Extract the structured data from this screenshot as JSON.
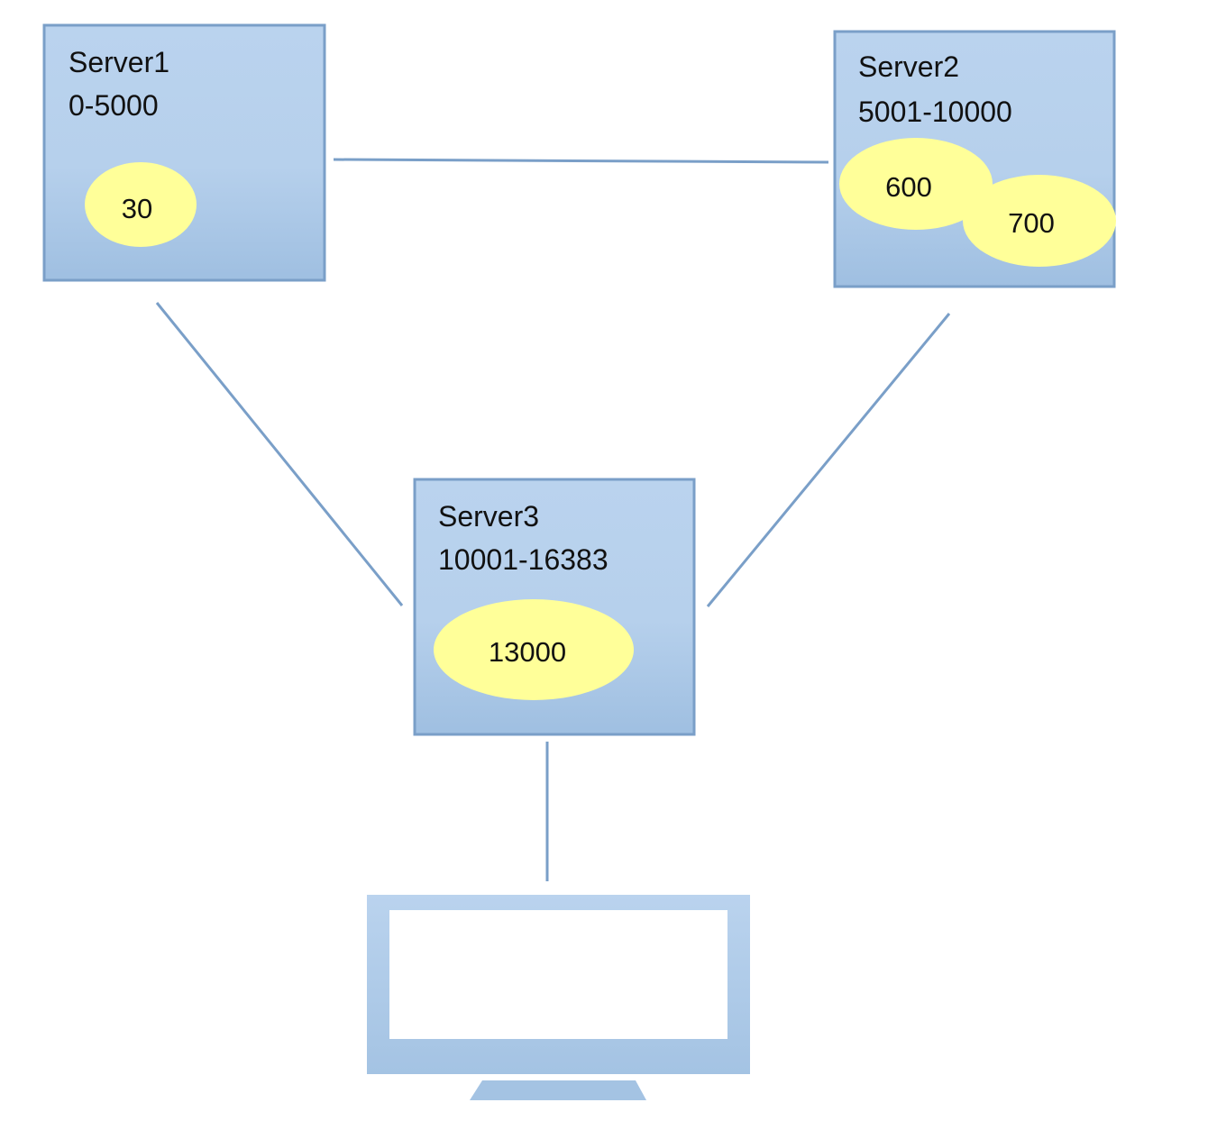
{
  "colors": {
    "box_fill_top": "#bad3ee",
    "box_fill_bottom": "#9fbfe1",
    "box_border": "#7a9fc8",
    "connector": "#7a9fc8",
    "slot_fill": "#ffff99",
    "monitor_screen": "#ffffff"
  },
  "servers": [
    {
      "name": "Server1",
      "range": "0-5000",
      "slots": [
        "30"
      ]
    },
    {
      "name": "Server2",
      "range": "5001-10000",
      "slots": [
        "600",
        "700"
      ]
    },
    {
      "name": "Server3",
      "range": "10001-16383",
      "slots": [
        "13000"
      ]
    }
  ],
  "client": {
    "icon": "monitor-icon"
  }
}
